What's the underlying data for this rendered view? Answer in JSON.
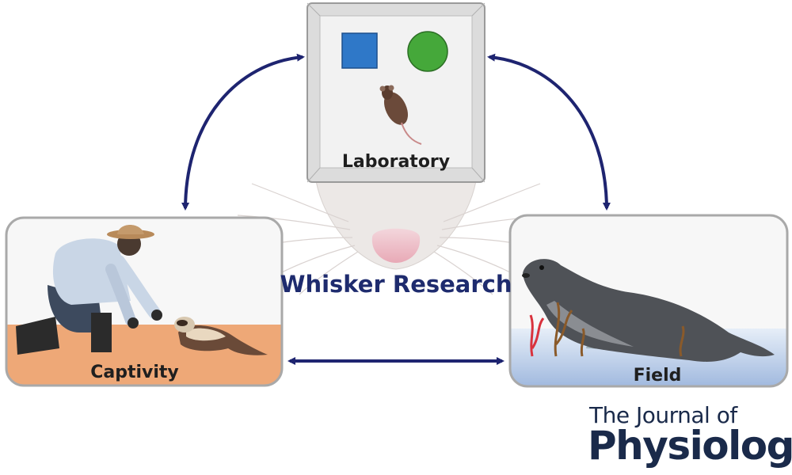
{
  "diagram": {
    "center_title": "Whisker Research",
    "nodes": {
      "laboratory": "Laboratory",
      "captivity": "Captivity",
      "field": "Field"
    }
  },
  "journal": {
    "line1": "The Journal of",
    "line2": "Physiology"
  },
  "colors": {
    "arrow": "#1e2470",
    "title": "#1e2b6e",
    "square": "#2f78c8",
    "circle": "#45a83a",
    "soil": "#eea877",
    "water": "#b9cce6"
  }
}
